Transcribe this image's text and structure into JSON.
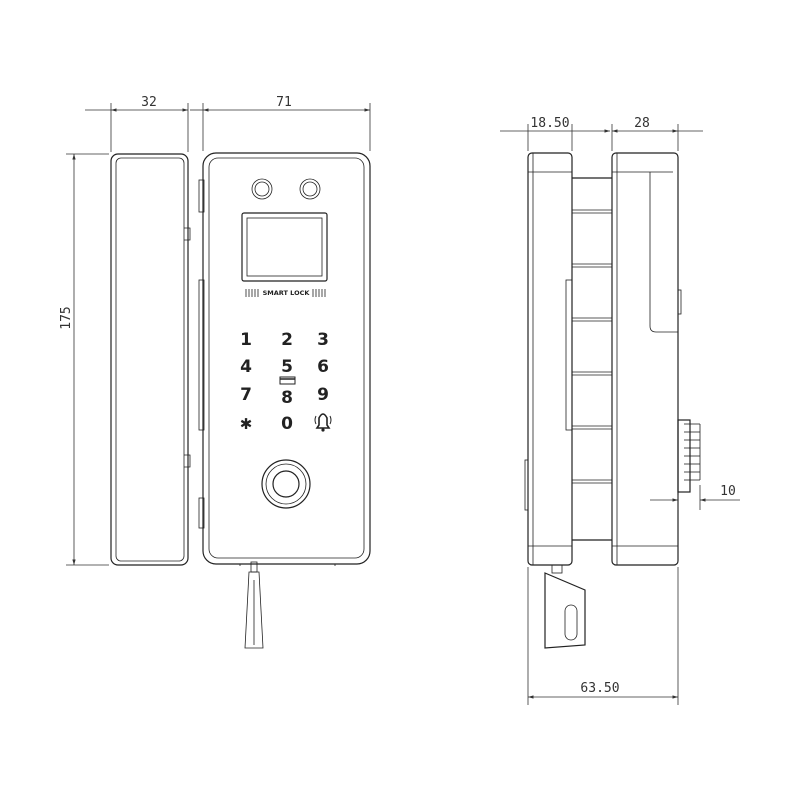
{
  "dimensions": {
    "handle_width": "32",
    "lock_width": "71",
    "height": "175",
    "glass_gap": "18.50",
    "body_depth": "28",
    "knob_depth": "10",
    "overall_depth": "63.50"
  },
  "keypad": {
    "row1": [
      "1",
      "2",
      "3"
    ],
    "row2": [
      "4",
      "5",
      "6"
    ],
    "row3": [
      "7",
      "8",
      "9"
    ],
    "row4": [
      "*",
      "0",
      "bell"
    ]
  },
  "brand_label": "SMART LOCK",
  "icons": {
    "card_reader": "card-icon",
    "doorbell": "bell-icon",
    "fingerprint": "fingerprint-sensor-icon",
    "cameras": "camera-icon"
  },
  "colors": {
    "line": "#222222",
    "background": "#ffffff"
  }
}
